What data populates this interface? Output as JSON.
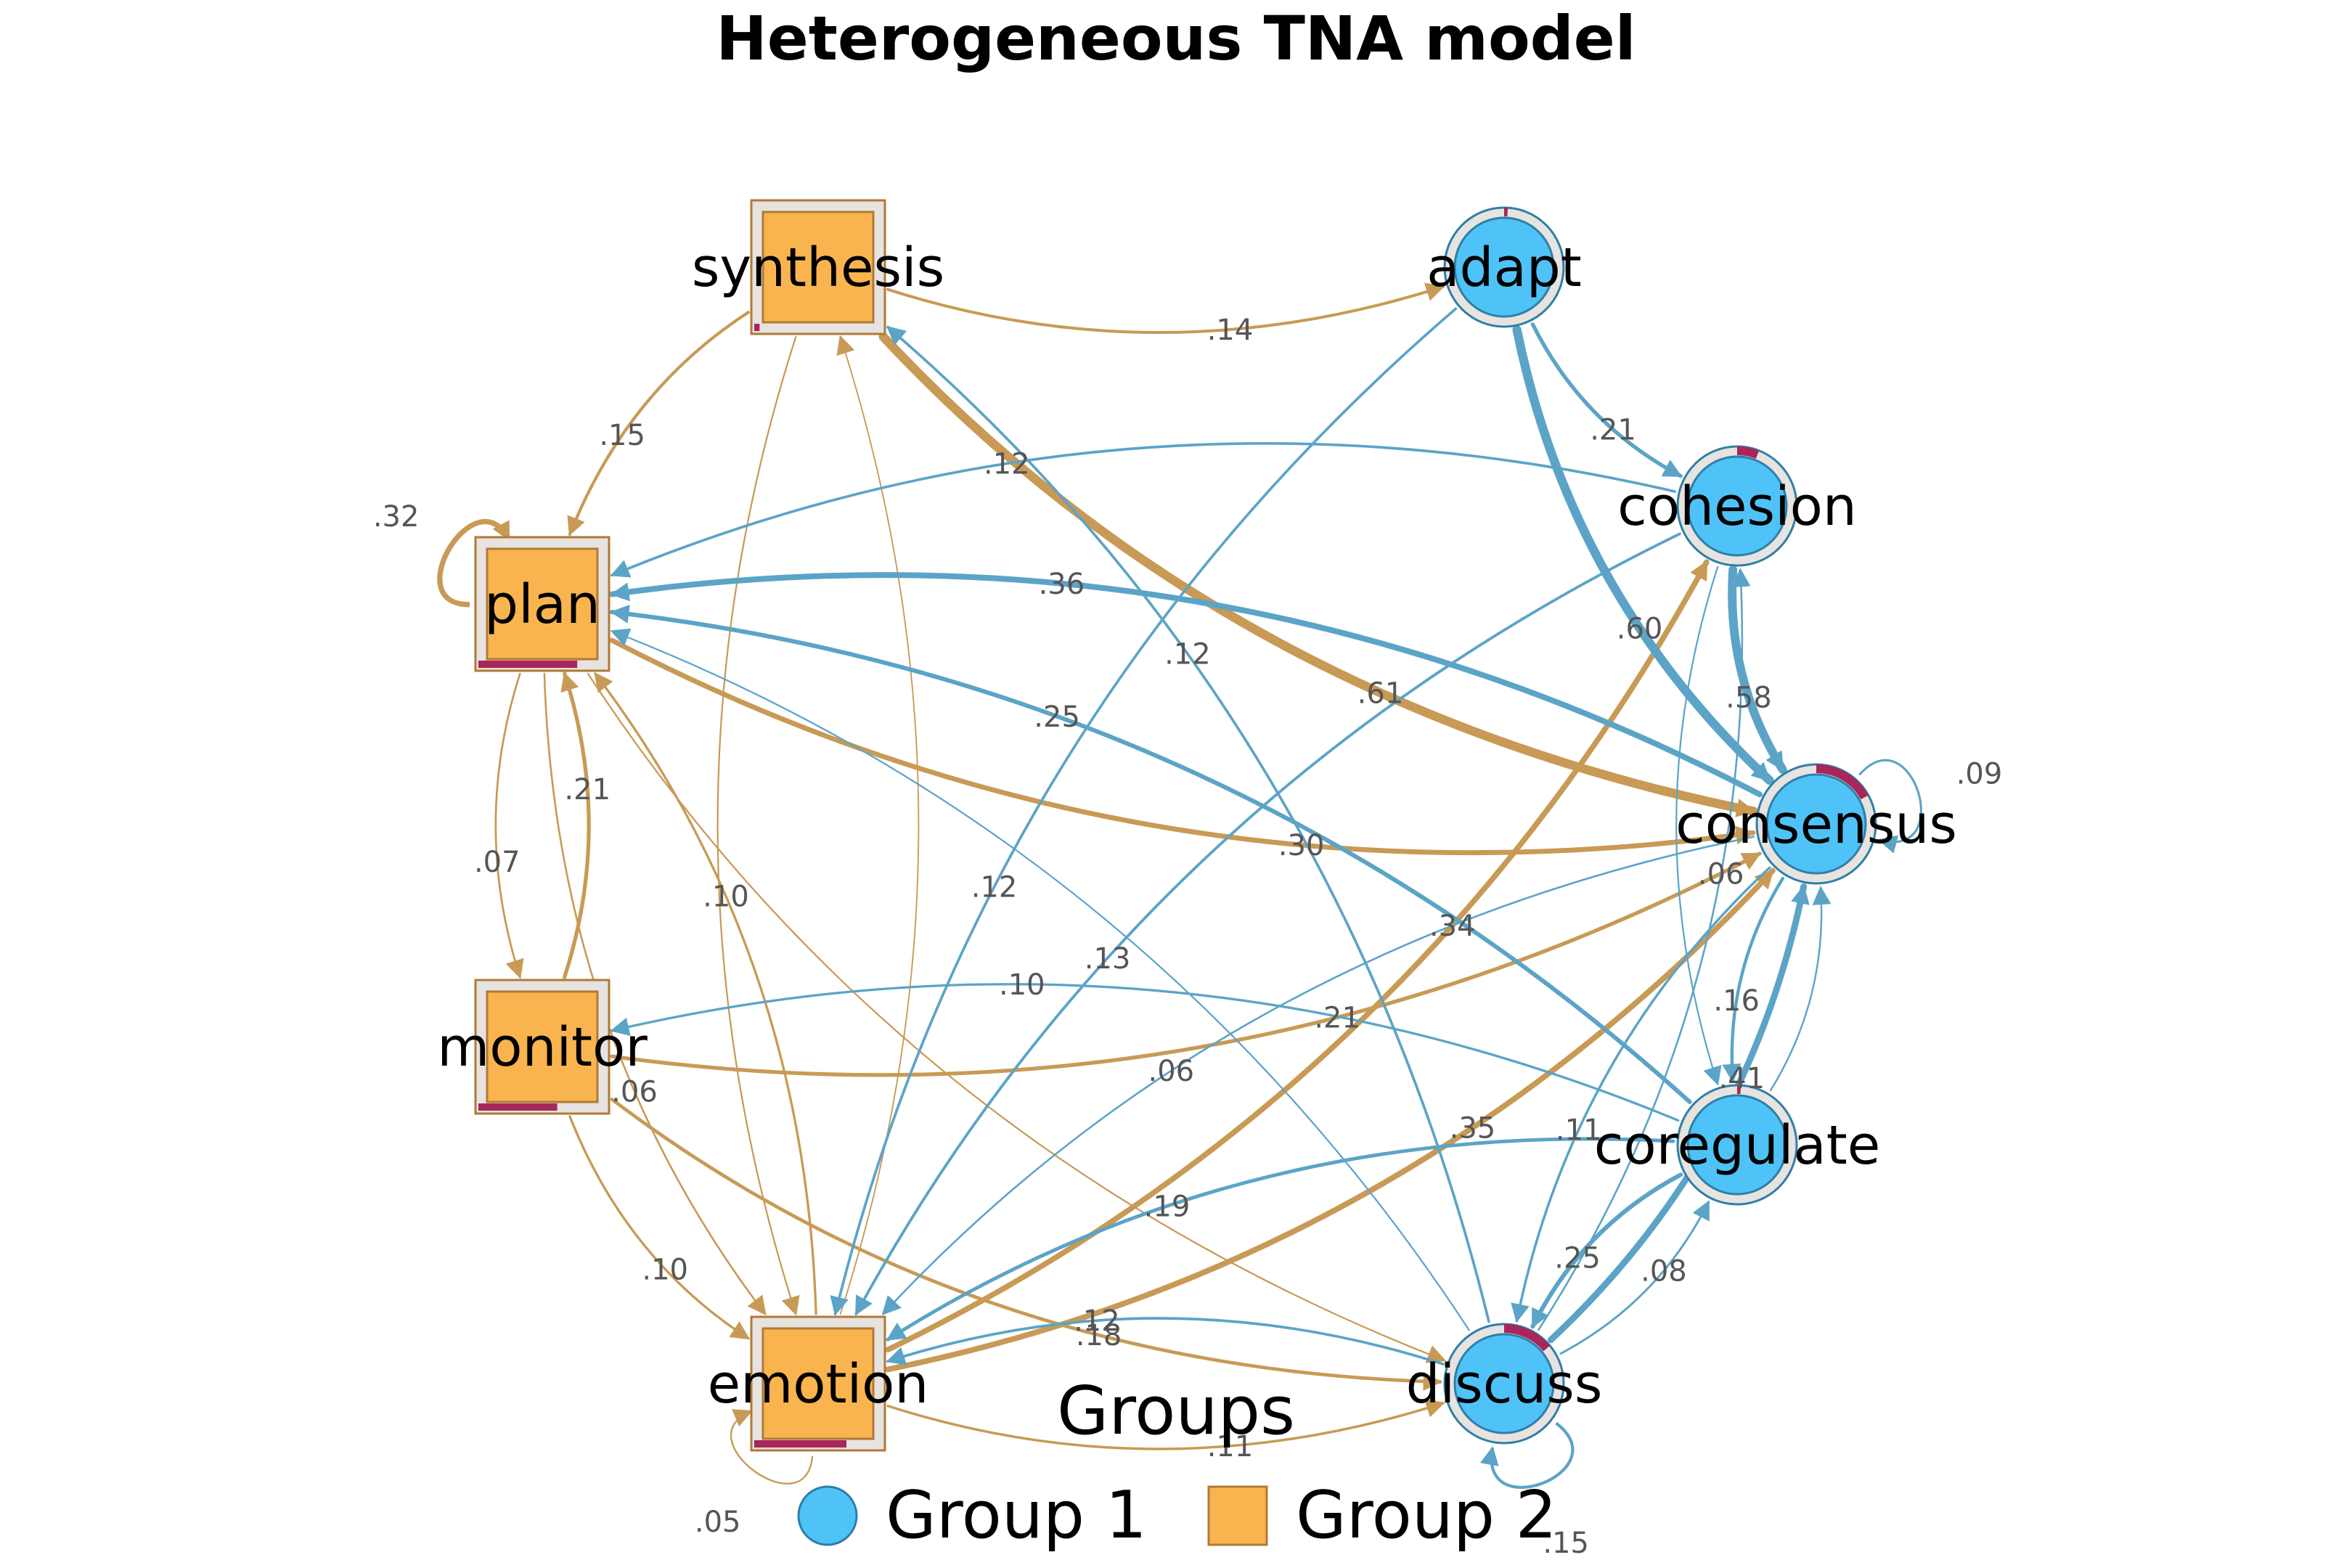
{
  "title": "Heterogeneous TNA model",
  "colors": {
    "group1_fill": "#4FC3F7",
    "group1_stroke": "#2E7FA6",
    "group2_fill": "#F9B44F",
    "group2_stroke": "#B07A35",
    "group1_edge": "#5BA4C7",
    "group2_edge": "#C89A55",
    "pie_accent": "#A8265A",
    "node_ring": "#E6E3E0"
  },
  "legend": {
    "title": "Groups",
    "items": [
      {
        "label": "Group 1",
        "shape": "circle",
        "color": "#4FC3F7"
      },
      {
        "label": "Group 2",
        "shape": "square",
        "color": "#F9B44F"
      }
    ]
  },
  "nodes": [
    {
      "id": "synthesis",
      "label": "synthesis",
      "group": "Group 2",
      "shape": "square",
      "pie": 0.04
    },
    {
      "id": "plan",
      "label": "plan",
      "group": "Group 2",
      "shape": "square",
      "pie": 0.74
    },
    {
      "id": "monitor",
      "label": "monitor",
      "group": "Group 2",
      "shape": "square",
      "pie": 0.59
    },
    {
      "id": "emotion",
      "label": "emotion",
      "group": "Group 2",
      "shape": "square",
      "pie": 0.69
    },
    {
      "id": "adapt",
      "label": "adapt",
      "group": "Group 1",
      "shape": "circle",
      "pie": 0.01
    },
    {
      "id": "cohesion",
      "label": "cohesion",
      "group": "Group 1",
      "shape": "circle",
      "pie": 0.06
    },
    {
      "id": "consensus",
      "label": "consensus",
      "group": "Group 1",
      "shape": "circle",
      "pie": 0.17
    },
    {
      "id": "coregulate",
      "label": "coregulate",
      "group": "Group 1",
      "shape": "circle",
      "pie": 0.01
    },
    {
      "id": "discuss",
      "label": "discuss",
      "group": "Group 1",
      "shape": "circle",
      "pie": 0.14
    }
  ],
  "edges": [
    {
      "from": "synthesis",
      "to": "adapt",
      "label": ".14",
      "weight": 0.14
    },
    {
      "from": "synthesis",
      "to": "plan",
      "label": ".15",
      "weight": 0.15
    },
    {
      "from": "synthesis",
      "to": "consensus",
      "label": ".61",
      "weight": 0.61
    },
    {
      "from": "synthesis",
      "to": "emotion",
      "label": "",
      "weight": 0.04
    },
    {
      "from": "plan",
      "to": "plan",
      "label": ".32",
      "weight": 0.32
    },
    {
      "from": "plan",
      "to": "consensus",
      "label": ".30",
      "weight": 0.3
    },
    {
      "from": "plan",
      "to": "monitor",
      "label": ".07",
      "weight": 0.07
    },
    {
      "from": "plan",
      "to": "emotion",
      "label": ".06",
      "weight": 0.06
    },
    {
      "from": "plan",
      "to": "discuss",
      "label": "",
      "weight": 0.04
    },
    {
      "from": "monitor",
      "to": "plan",
      "label": ".21",
      "weight": 0.21
    },
    {
      "from": "monitor",
      "to": "consensus",
      "label": ".21",
      "weight": 0.21
    },
    {
      "from": "monitor",
      "to": "emotion",
      "label": ".10",
      "weight": 0.1
    },
    {
      "from": "monitor",
      "to": "discuss",
      "label": ".18",
      "weight": 0.18
    },
    {
      "from": "emotion",
      "to": "plan",
      "label": ".10",
      "weight": 0.1
    },
    {
      "from": "emotion",
      "to": "cohesion",
      "label": ".34",
      "weight": 0.34
    },
    {
      "from": "emotion",
      "to": "consensus",
      "label": ".35",
      "weight": 0.35
    },
    {
      "from": "emotion",
      "to": "discuss",
      "label": ".11",
      "weight": 0.11
    },
    {
      "from": "emotion",
      "to": "emotion",
      "label": ".05",
      "weight": 0.05
    },
    {
      "from": "emotion",
      "to": "synthesis",
      "label": "",
      "weight": 0.02
    },
    {
      "from": "adapt",
      "to": "cohesion",
      "label": ".21",
      "weight": 0.21
    },
    {
      "from": "adapt",
      "to": "consensus",
      "label": ".60",
      "weight": 0.6
    },
    {
      "from": "adapt",
      "to": "emotion",
      "label": ".12",
      "weight": 0.12
    },
    {
      "from": "cohesion",
      "to": "plan",
      "label": ".12",
      "weight": 0.12
    },
    {
      "from": "cohesion",
      "to": "consensus",
      "label": ".58",
      "weight": 0.58
    },
    {
      "from": "cohesion",
      "to": "coregulate",
      "label": "",
      "weight": 0.04
    },
    {
      "from": "cohesion",
      "to": "emotion",
      "label": ".13",
      "weight": 0.13
    },
    {
      "from": "consensus",
      "to": "plan",
      "label": ".36",
      "weight": 0.36
    },
    {
      "from": "consensus",
      "to": "consensus",
      "label": ".09",
      "weight": 0.09
    },
    {
      "from": "consensus",
      "to": "coregulate",
      "label": ".16",
      "weight": 0.16
    },
    {
      "from": "consensus",
      "to": "discuss",
      "label": ".11",
      "weight": 0.11
    },
    {
      "from": "consensus",
      "to": "emotion",
      "label": ".06",
      "weight": 0.06
    },
    {
      "from": "coregulate",
      "to": "plan",
      "label": ".25",
      "weight": 0.25
    },
    {
      "from": "coregulate",
      "to": "monitor",
      "label": ".10",
      "weight": 0.1
    },
    {
      "from": "coregulate",
      "to": "consensus",
      "label": "",
      "weight": 0.05
    },
    {
      "from": "coregulate",
      "to": "discuss",
      "label": ".25",
      "weight": 0.25
    },
    {
      "from": "coregulate",
      "to": "emotion",
      "label": ".19",
      "weight": 0.19
    },
    {
      "from": "discuss",
      "to": "consensus",
      "label": ".41",
      "weight": 0.41
    },
    {
      "from": "discuss",
      "to": "cohesion",
      "label": ".06",
      "weight": 0.06
    },
    {
      "from": "discuss",
      "to": "coregulate",
      "label": ".08",
      "weight": 0.08
    },
    {
      "from": "discuss",
      "to": "synthesis",
      "label": ".12",
      "weight": 0.12
    },
    {
      "from": "discuss",
      "to": "emotion",
      "label": ".12",
      "weight": 0.12
    },
    {
      "from": "discuss",
      "to": "discuss",
      "label": ".15",
      "weight": 0.15
    },
    {
      "from": "discuss",
      "to": "plan",
      "label": "",
      "weight": 0.04
    }
  ]
}
